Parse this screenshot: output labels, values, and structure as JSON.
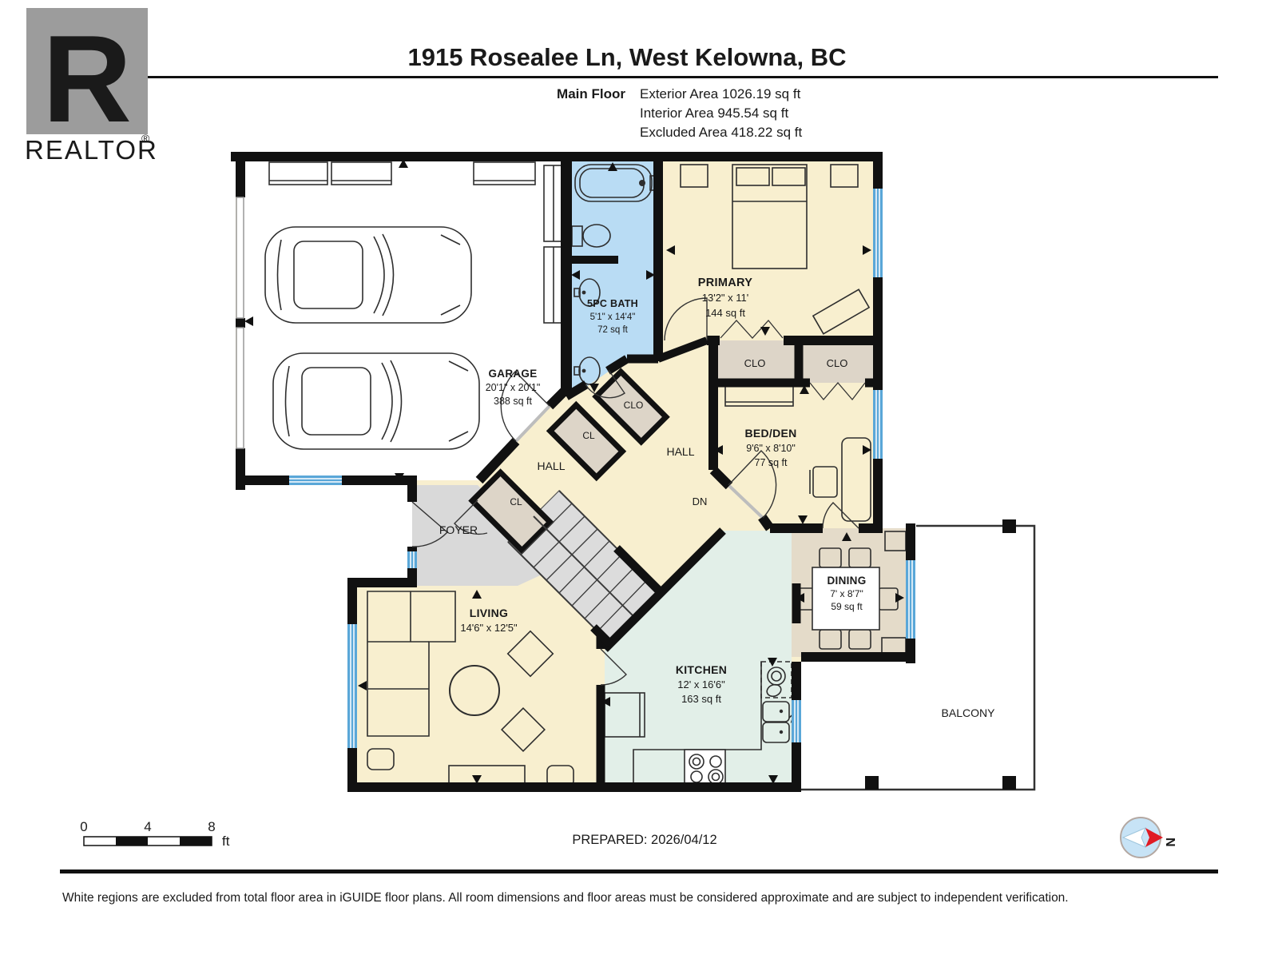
{
  "header": {
    "title": "1915 Rosealee Ln, West Kelowna, BC",
    "floor": "Main Floor",
    "areas": [
      "Exterior Area 1026.19 sq ft",
      "Interior Area 945.54 sq ft",
      "Excluded Area 418.22 sq ft"
    ]
  },
  "branding": {
    "logo_letter": "R",
    "logo_text": "REALTOR",
    "registered": "®"
  },
  "plan": {
    "rooms": {
      "garage": {
        "name": "GARAGE",
        "dims": "20'1\" x 20'1\"",
        "area": "388 sq ft"
      },
      "bath": {
        "name": "5PC BATH",
        "dims": "5'1\" x 14'4\"",
        "area": "72 sq ft"
      },
      "primary": {
        "name": "PRIMARY",
        "dims": "13'2\" x 11'",
        "area": "144 sq ft"
      },
      "bed_den": {
        "name": "BED/DEN",
        "dims": "9'6\" x 8'10\"",
        "area": "77 sq ft"
      },
      "living": {
        "name": "LIVING",
        "dims": "14'6\" x 12'5\""
      },
      "kitchen": {
        "name": "KITCHEN",
        "dims": "12' x 16'6\"",
        "area": "163 sq ft"
      },
      "dining": {
        "name": "DINING",
        "dims": "7' x 8'7\"",
        "area": "59 sq ft"
      },
      "foyer": {
        "name": "FOYER"
      },
      "balcony": {
        "name": "BALCONY"
      },
      "hall_upper": {
        "name": "HALL"
      },
      "hall_lower": {
        "name": "HALL"
      },
      "closet_primary": {
        "name": "CLO"
      },
      "closet_bed_den": {
        "name": "CLO"
      },
      "closet_hall": {
        "name": "CLO"
      },
      "closet_hall_cl": {
        "name": "CL"
      },
      "closet_foyer": {
        "name": "CL"
      },
      "stairs": {
        "label": "DN"
      }
    },
    "colors": {
      "room_cream": "#f8efcf",
      "bath_blue": "#b9dcf4",
      "kitchen_mint": "#e2efe8",
      "dining_tan": "#e4dbc9",
      "closet_tan": "#ddd5c8",
      "foyer_gray": "#d9d9d9",
      "window_blue": "#5aa7d8",
      "wall_black": "#111111"
    }
  },
  "scalebar": {
    "t0": "0",
    "t4": "4",
    "t8": "8",
    "unit": "ft"
  },
  "footer": {
    "prepared": "PREPARED: 2026/04/12",
    "north": "N",
    "disclaimer": "White regions are excluded from total floor area in iGUIDE floor plans. All room dimensions and floor areas must be considered approximate and are subject to independent verification."
  }
}
